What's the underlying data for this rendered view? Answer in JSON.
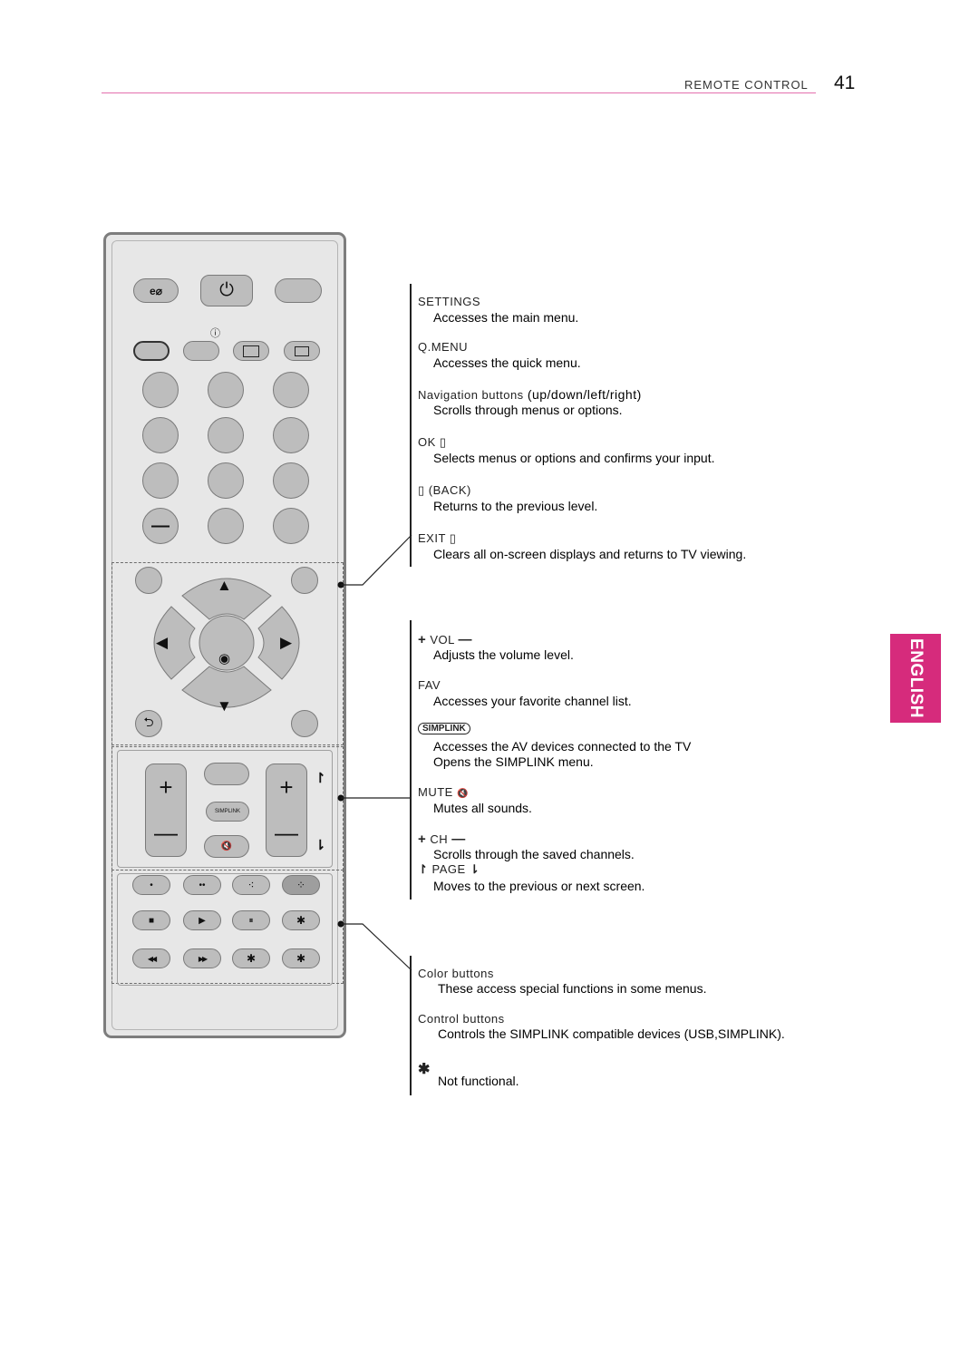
{
  "header": {
    "title": "REMOTE CONTROL",
    "page_number": "41"
  },
  "tab": {
    "label": "ENGLISH"
  },
  "sections": {
    "settings": {
      "label": "SETTINGS",
      "desc": "Accesses the main menu."
    },
    "qmenu": {
      "label": "Q.MENU",
      "desc": "Accesses the quick menu."
    },
    "nav": {
      "label": "Navigation buttons",
      "label_suffix": "(up/down/left/right)",
      "desc": "Scrolls through menus or options."
    },
    "ok": {
      "label": "OK ▯",
      "desc": "Selects menus or options and confirms your input."
    },
    "back": {
      "icon": "▯",
      "label": "(BACK)",
      "desc": "Returns to the previous level."
    },
    "exit": {
      "label": "EXIT ▯",
      "desc": "Clears all on-screen displays and returns to TV viewing."
    },
    "vol": {
      "plus": "+",
      "label": "VOL",
      "minus": "—",
      "desc": "Adjusts the volume level."
    },
    "fav": {
      "label": "FAV",
      "desc": "Accesses your favorite channel list."
    },
    "simplink": {
      "logo": "SIMPLINK",
      "desc1": "Accesses the AV devices connected to the TV",
      "desc2": "Opens the SIMPLINK menu."
    },
    "mute": {
      "label": "MUTE",
      "icon": "🔇",
      "desc": "Mutes all sounds."
    },
    "ch": {
      "plus": "+",
      "label": "CH",
      "minus": "—",
      "desc": "Scrolls through the saved channels."
    },
    "page": {
      "label": "PAGE",
      "desc": "Moves to the previous or next screen."
    },
    "color": {
      "label": "Color buttons",
      "desc": "These access special functions in some menus."
    },
    "control": {
      "label": "Control buttons",
      "desc": "Controls the SIMPLINK compatible devices (USB,SIMPLINK)."
    },
    "star": {
      "icon": "✱",
      "desc": "Not functional."
    }
  },
  "remote": {
    "energy_glyph": "e⌀",
    "power_glyph": "⏻",
    "info_glyph": "ⓘ",
    "minus_glyph": "—",
    "up_glyph": "▲",
    "down_glyph": "▼",
    "left_glyph": "◀",
    "right_glyph": "▶",
    "ok_glyph": "◉",
    "back_glyph": "⮌",
    "plus_glyph": "+",
    "simplink_glyph": "SIMPLINK",
    "mute_glyph": "🔇",
    "page_up_glyph": "↾",
    "page_down_glyph": "⇂",
    "color_glyphs": [
      "•",
      "••",
      "⁖",
      "⁘"
    ],
    "control_glyphs_row1": [
      "■",
      "▶",
      "⏸",
      "✱"
    ],
    "control_glyphs_row2": [
      "◀◀",
      "▶▶",
      "✱",
      "✱"
    ]
  }
}
